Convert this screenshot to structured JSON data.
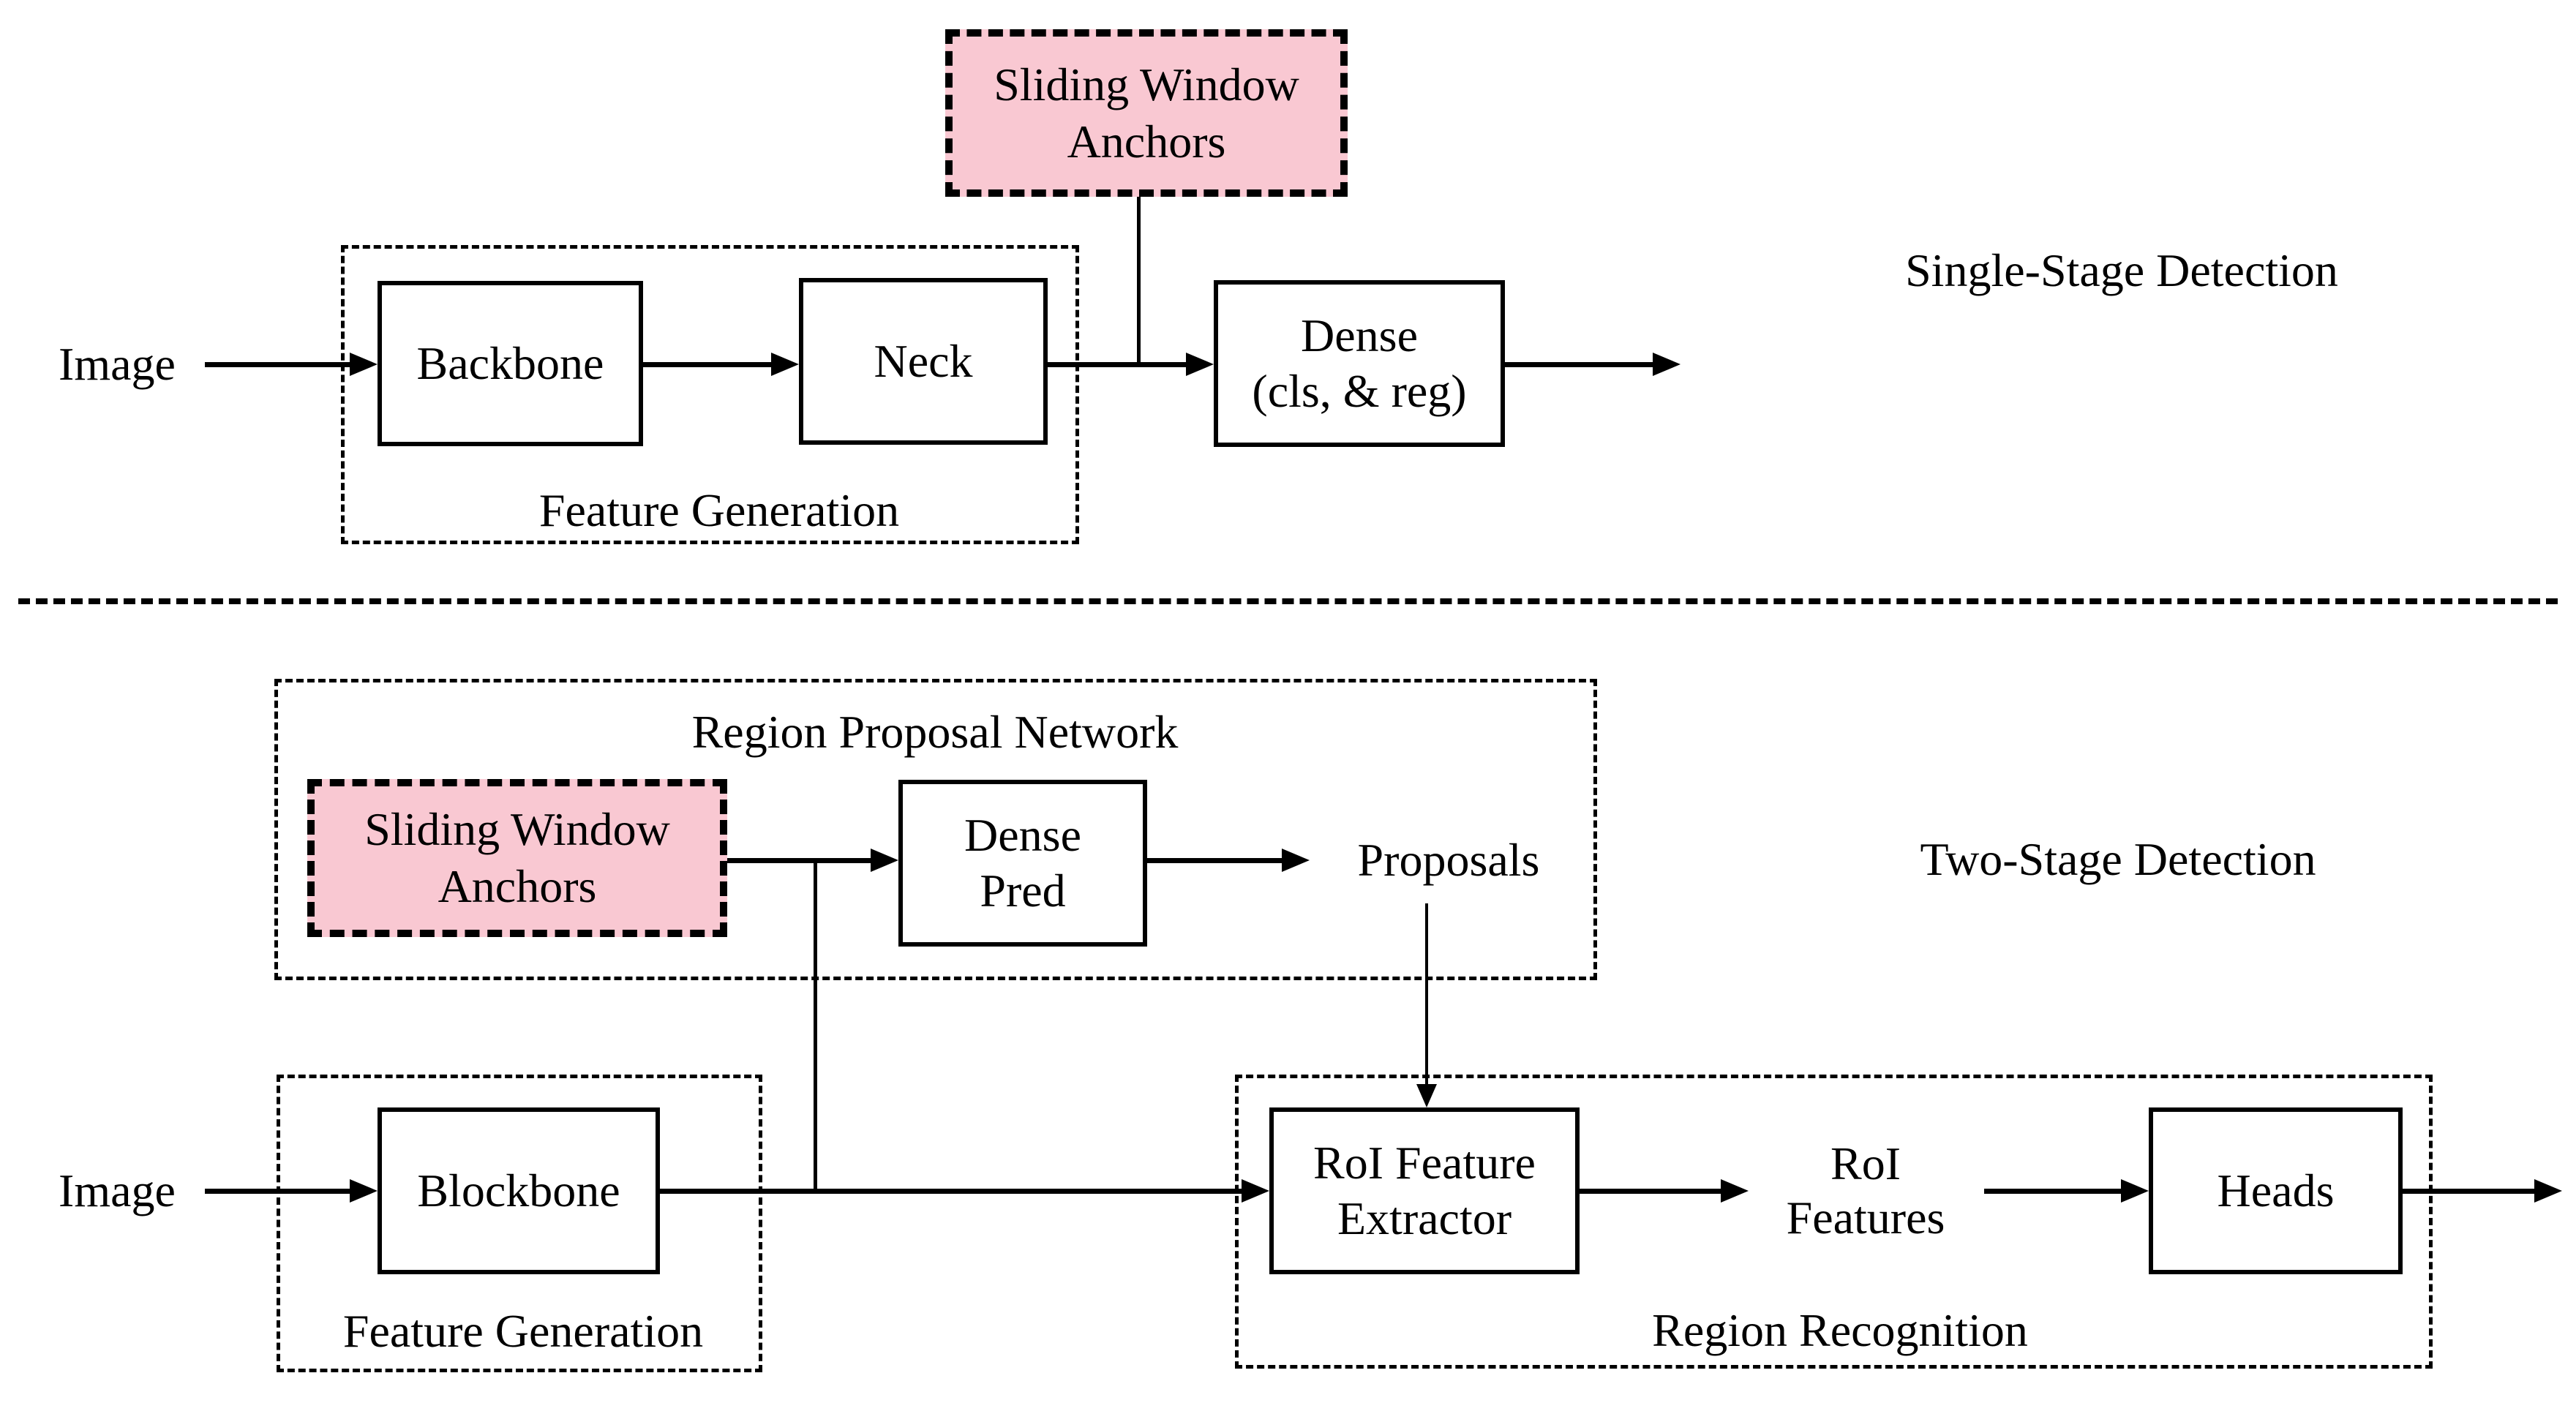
{
  "colors": {
    "anchor_fill": "#F9C8D2",
    "line": "#000000",
    "background": "#FFFFFF"
  },
  "single_stage": {
    "title": "Single-Stage Detection",
    "input": "Image",
    "anchors": "Sliding Window\nAnchors",
    "feature_generation_label": "Feature Generation",
    "backbone": "Backbone",
    "neck": "Neck",
    "dense_head": "Dense\n(cls, & reg)"
  },
  "two_stage": {
    "title": "Two-Stage Detection",
    "input": "Image",
    "rpn_label": "Region Proposal Network",
    "anchors": "Sliding Window\nAnchors",
    "dense_pred": "Dense\nPred",
    "proposals": "Proposals",
    "feature_generation_label": "Feature Generation",
    "backbone": "Blockbone",
    "region_recognition_label": "Region Recognition",
    "roi_extractor": "RoI Feature\nExtractor",
    "roi_features": "RoI\nFeatures",
    "heads": "Heads"
  }
}
